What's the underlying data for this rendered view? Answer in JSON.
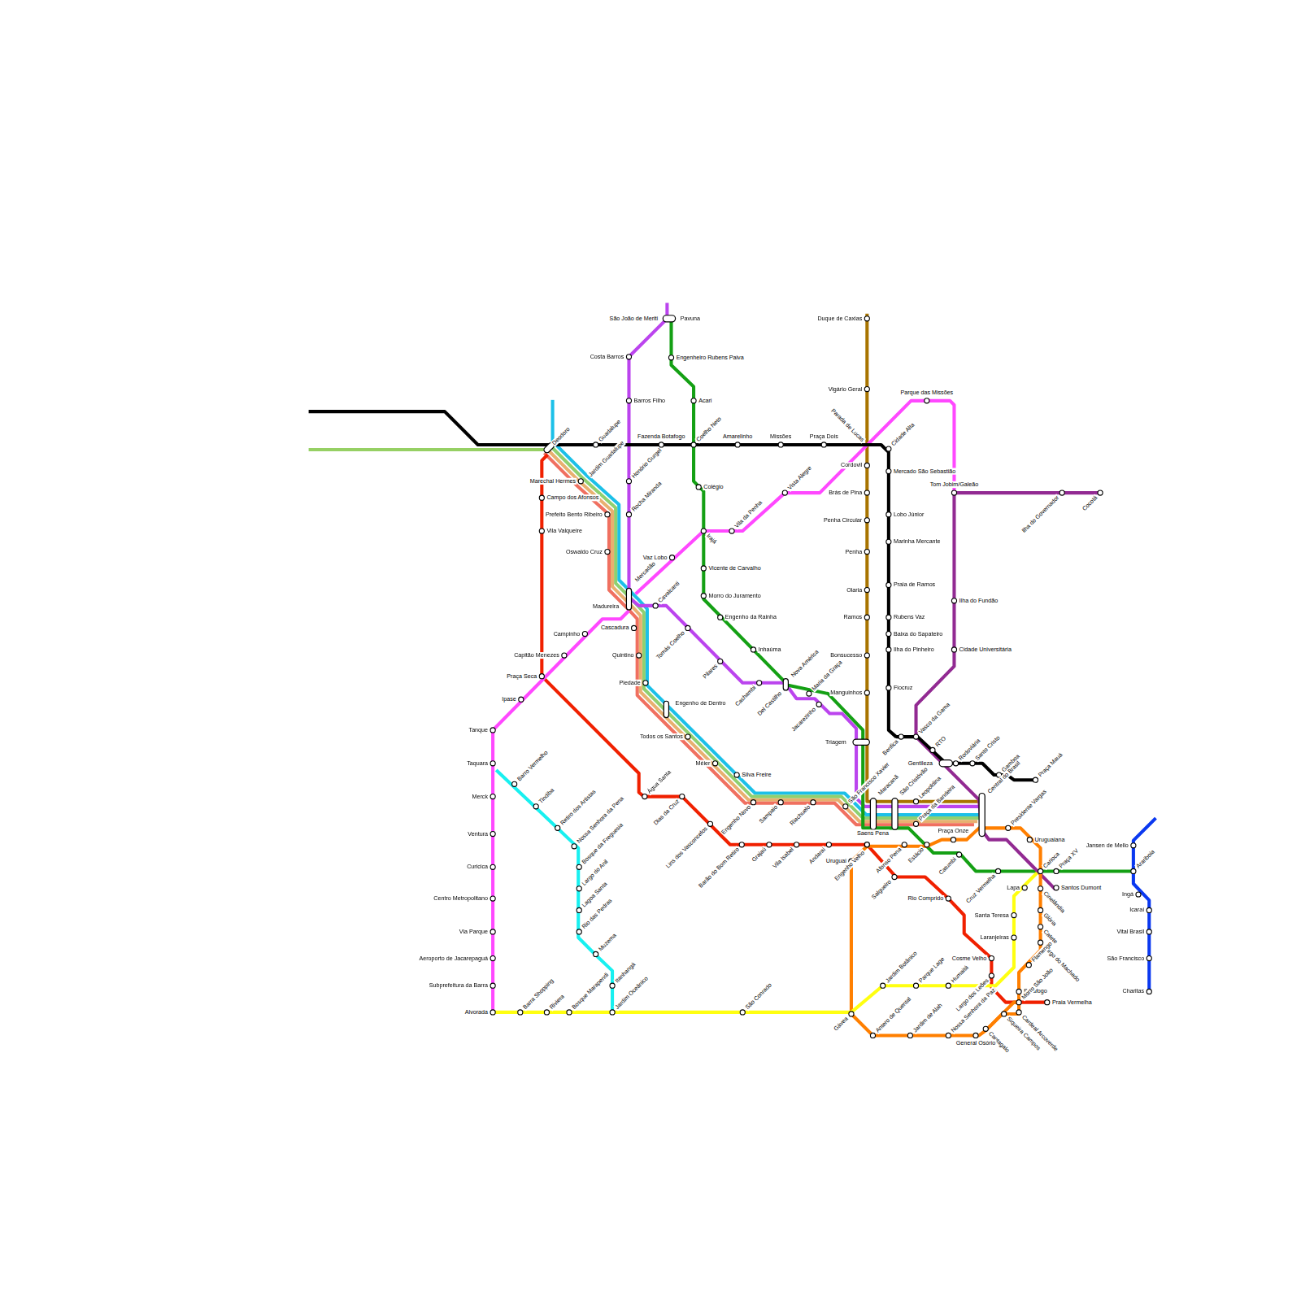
{
  "diagram": {
    "labels": [
      "Deodoro",
      "Guadalupe",
      "Fazenda Botafogo",
      "Coelho Neto",
      "Amarelinho",
      "Missões",
      "Praça Dois",
      "Parada de Lucas",
      "Cidade Alta",
      "Mercado São Sebastião",
      "Lobo Júnior",
      "Marinha Mercante",
      "Praia de Ramos",
      "Rubens Vaz",
      "Baixa do Sapateiro",
      "Ilha do Pinheiro",
      "Fiocruz",
      "Benfica",
      "Vasco da Gama",
      "RTO",
      "Gentileza",
      "Rodoviária",
      "Santo Cristo",
      "Gamboa",
      "Praça Mauá",
      "Marechal Hermes",
      "Jardim Guadalupe",
      "Campo dos Afonsos",
      "Prefeito Bento Ribeiro",
      "Vila Valqueire",
      "Oswaldo Cruz",
      "Madureira",
      "Mercadão",
      "Cascadura",
      "Quintino",
      "Piedade",
      "Engenho de Dentro",
      "Todos os Santos",
      "Méier",
      "Silva Freire",
      "Engenho Novo",
      "Sampaio",
      "Riachuelo",
      "São Francisco Xavier",
      "Maracanã",
      "São Cristóvão",
      "Leopoldina",
      "Praça da Bandeira",
      "Central do Brasil",
      "Praça Seca",
      "Água Santa",
      "Dias da Cruz",
      "Lins dos Vasconcelos",
      "Barão do Bom Retiro",
      "Grajaú",
      "Vila Isabel",
      "Andaraí",
      "Salgueiro",
      "Rio Comprido",
      "Cosme Velho",
      "Praia Vermelha",
      "Alvorada",
      "Subprefeitura da Barra",
      "Aeroporto de Jacarepaguá",
      "Via Parque",
      "Centro Metropolitano",
      "Curicica",
      "Ventura",
      "Merck",
      "Taquara",
      "Tanque",
      "Ipase",
      "Capitão Menezes",
      "Campinho",
      "Vaz Lobo",
      "Irajá",
      "Vila da Penha",
      "Vista Alegre",
      "Parque das Missões",
      "Tom Jobim/Galeão",
      "São João de Meriti",
      "Pavuna",
      "Costa Barros",
      "Barros Filho",
      "Honório Gurgel",
      "Rocha Miranda",
      "Cavalcanti",
      "Tomás Coelho",
      "Pilares",
      "Cachambi",
      "Del Castilho",
      "Jacarezinho",
      "Engenheiro Rubens Paiva",
      "Acari",
      "Colégio",
      "Vicente de Carvalho",
      "Morro do Juramento",
      "Engenho da Rainha",
      "Inhaúma",
      "Nova América",
      "Maria da Graça",
      "Estácio",
      "Catumbi",
      "Cruz Vermelha",
      "Carioca",
      "Praça XV",
      "Arariboia",
      "Duque de Caxias",
      "Vigário Geral",
      "Cordovil",
      "Brás de Pina",
      "Penha Circular",
      "Penha",
      "Olaria",
      "Ramos",
      "Bonsucesso",
      "Manguinhos",
      "Triagem",
      "Ilha do Governador",
      "Cocotá",
      "Ilha do Fundão",
      "Cidade Universitária",
      "Santos Dumont",
      "Uruguai",
      "Engenho Velho",
      "Saens Pena",
      "Afonso Pena",
      "Praça Onze",
      "Presidente Vargas",
      "Uruguaiana",
      "Cinelândia",
      "Glória",
      "Catete",
      "Largo do Machado",
      "Flamengo",
      "Botafogo",
      "Morro São João",
      "Cardeal Arcoverde",
      "Siqueira Campos",
      "Cantagalo",
      "General Osório",
      "Nossa Senhora da Paz",
      "Jardim de Alah",
      "Antero de Quental",
      "Gávea",
      "Largo dos Leões",
      "Humaitá",
      "Barra Shopping",
      "Riviera",
      "Bosque Marapendi",
      "Jardim Oceânico",
      "São Conrado",
      "Jardim Botânico",
      "Parque Lage",
      "Laranjeiras",
      "Santa Teresa",
      "Lapa",
      "Barro Vermelho",
      "Tindiba",
      "Retiro dos Artistas",
      "Nossa Senhora da Pena",
      "Bosque da Freguesia",
      "Largo do Anil",
      "Lagoa Santa",
      "Rio das Pedras",
      "Muzema",
      "Itanhangá",
      "Jansen de Mello",
      "Ingá",
      "Icaraí",
      "Vital Brasil",
      "São Francisco",
      "Charitas"
    ]
  }
}
